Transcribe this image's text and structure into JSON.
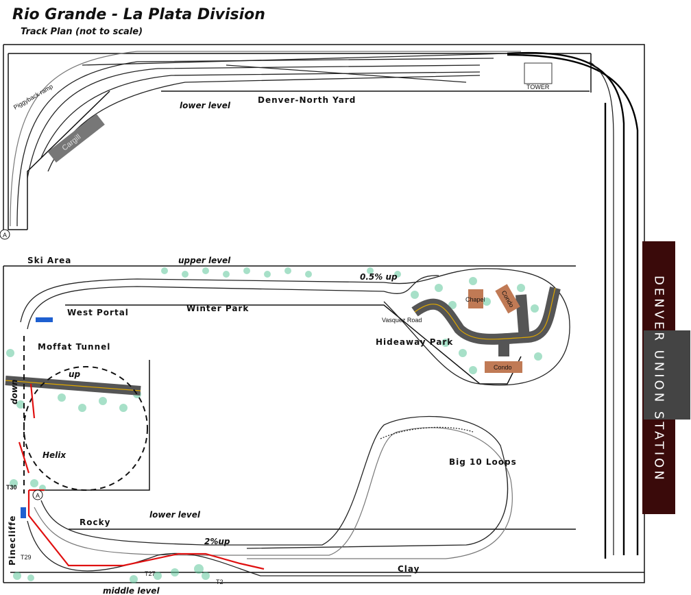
{
  "header": {
    "title": "Rio Grande - La Plata Division",
    "subtitle": "Track Plan (not to scale)"
  },
  "labels": {
    "piggyback_ramp": "Piggyback ramp",
    "cargill": "Cargill",
    "lower_level_top": "lower level",
    "denver_north_yard": "Denver-North Yard",
    "tower": "TOWER",
    "ski_area": "Ski Area",
    "upper_level": "upper level",
    "grade_upper": "0.5% up",
    "winter_park": "Winter Park",
    "west_portal": "West Portal",
    "moffat_tunnel": "Moffat Tunnel",
    "helix_up": "up",
    "helix_down": "down",
    "helix": "Helix",
    "vasquez_road": "Vasquez Road",
    "hideaway_park": "Hideaway Park",
    "chapel": "Chapel",
    "condo_1": "Condo",
    "condo_2": "Condo",
    "big_10_loops": "Big 10 Loops",
    "t30": "T30",
    "pinecliffe": "Pinecliffe",
    "t29": "T29",
    "rocky": "Rocky",
    "lower_level_bottom": "lower level",
    "grade_lower": "2%up",
    "t27": "T27",
    "t2": "T2",
    "clay": "Clay",
    "middle_level": "middle level",
    "marker_a_top": "A",
    "marker_a_bottom": "A"
  },
  "sign": {
    "text": "Denver Union Station",
    "bg": "#3a0a0a",
    "fg": "#ffffff"
  },
  "colors": {
    "track": "#222222",
    "red_edge": "#e01010",
    "road": "#555555",
    "trees": "#5fc79a",
    "buildings": "#c07a55",
    "blue_marker": "#1e5fd0"
  }
}
